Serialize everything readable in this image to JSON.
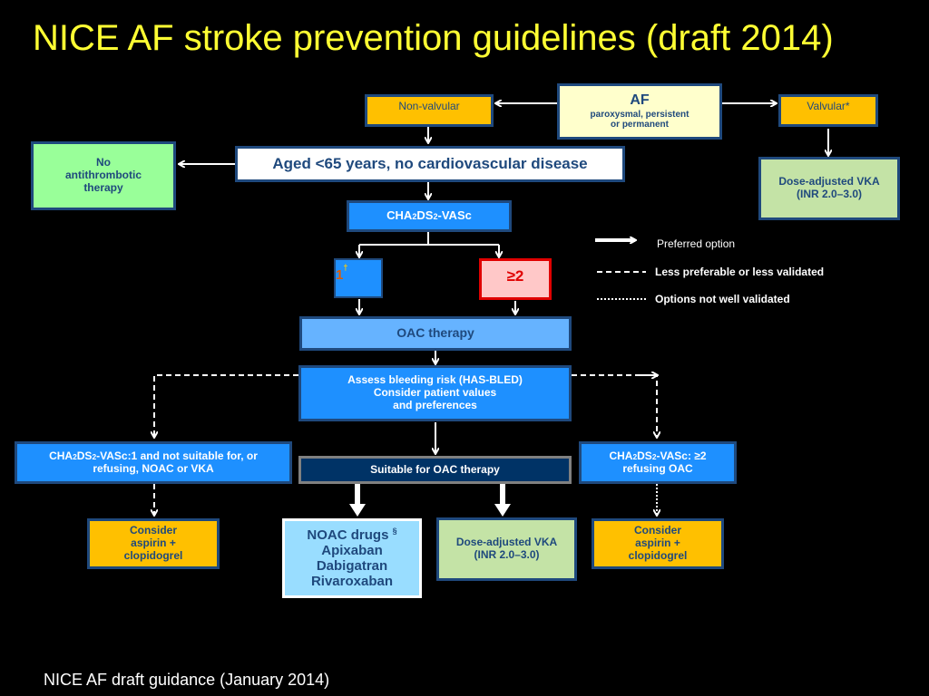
{
  "title": "NICE AF stroke prevention guidelines (draft 2014)",
  "footer": "NICE AF  draft guidance (January 2014)",
  "af": {
    "heading": "AF",
    "sub1": "paroxysmal, persistent",
    "sub2": "or permanent"
  },
  "non_valvular": "Non-valvular",
  "valvular": "Valvular*",
  "aged": "Aged <65 years, no cardiovascular disease",
  "no_anti": {
    "l1": "No",
    "l2": "antithrombotic",
    "l3": "therapy"
  },
  "vka_top": {
    "l1": "Dose-adjusted VKA",
    "l2": "(INR 2.0–3.0)"
  },
  "cha": {
    "a": "CHA",
    "s1": "2",
    "b": "DS",
    "s2": "2",
    "c": "-VASc"
  },
  "score1": {
    "value": "1",
    "mark": "†"
  },
  "score2": "≥2",
  "oac": "OAC therapy",
  "assess": {
    "l1": "Assess bleeding risk (HAS-BLED)",
    "l2": "Consider patient values",
    "l3": "and preferences"
  },
  "left_cond": {
    "a": "CHA",
    "s1": "2",
    "b": "DS",
    "s2": "2",
    "c": "-VASc:1 and not suitable for, or",
    "l2": "refusing, NOAC or VKA"
  },
  "right_cond": {
    "a": "CHA",
    "s1": "2",
    "b": "DS",
    "s2": "2",
    "c": "-VASc: ≥2",
    "l2": "refusing OAC"
  },
  "suitable": "Suitable for OAC therapy",
  "aspirin_left": {
    "l1": "Consider",
    "l2": "aspirin +",
    "l3": "clopidogrel"
  },
  "aspirin_right": {
    "l1": "Consider",
    "l2": "aspirin +",
    "l3": "clopidogrel"
  },
  "noac": {
    "heading": "NOAC drugs",
    "mark": "§",
    "d1": "Apixaban",
    "d2": "Dabigatran",
    "d3": "Rivaroxaban"
  },
  "vka_bottom": {
    "l1": "Dose-adjusted VKA",
    "l2": "(INR 2.0–3.0)"
  },
  "legend": {
    "preferred": "Preferred option",
    "less": "Less preferable or less validated",
    "notwell": "Options not well validated"
  },
  "colors": {
    "title": "#ffff33",
    "orange": "#ffc000",
    "green_light": "#99ff99",
    "green_pale": "#c4e3a6",
    "blue": "#1e90ff",
    "blue_light": "#66b3ff",
    "navy": "#003366",
    "noac": "#99ddff",
    "border": "#1f497d",
    "red": "#e00000",
    "pink": "#ffc8c8"
  }
}
